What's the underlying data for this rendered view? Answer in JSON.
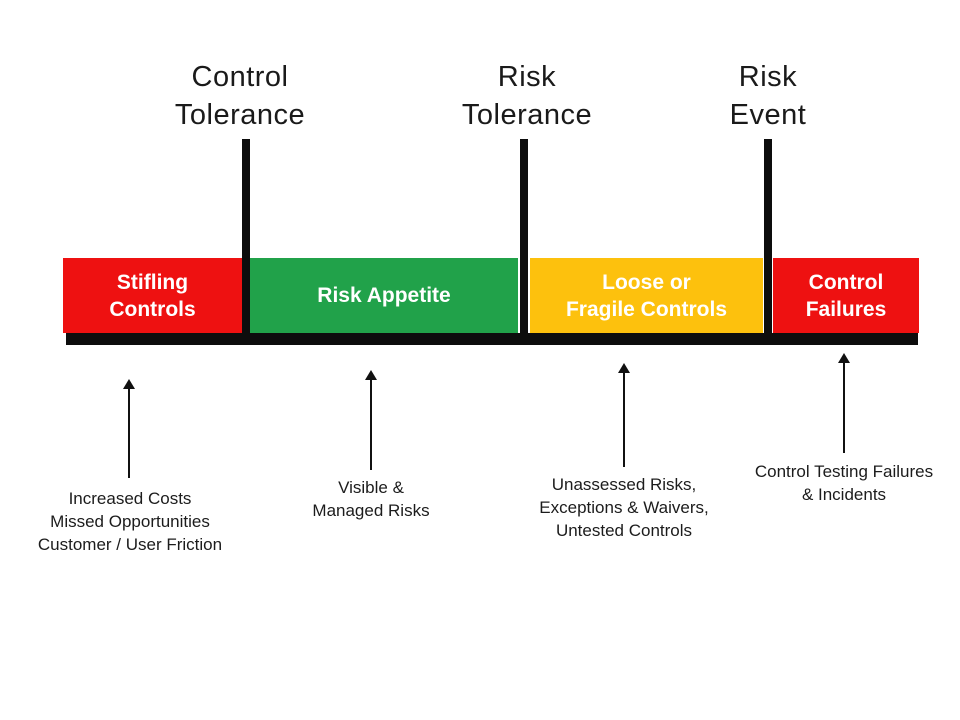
{
  "markers": [
    {
      "name": "control-tolerance",
      "lines": [
        "Control",
        "Tolerance"
      ]
    },
    {
      "name": "risk-tolerance",
      "lines": [
        "Risk",
        "Tolerance"
      ]
    },
    {
      "name": "risk-event",
      "lines": [
        "Risk",
        "Event"
      ]
    }
  ],
  "segments": [
    {
      "name": "stifling-controls",
      "lines": [
        "Stifling",
        "Controls"
      ],
      "color": "#ee1111"
    },
    {
      "name": "risk-appetite",
      "lines": [
        "Risk Appetite"
      ],
      "color": "#21a24a"
    },
    {
      "name": "loose-or-fragile-controls",
      "lines": [
        "Loose or",
        "Fragile Controls"
      ],
      "color": "#fdc10d"
    },
    {
      "name": "control-failures",
      "lines": [
        "Control",
        "Failures"
      ],
      "color": "#ee1111"
    }
  ],
  "annotations": [
    {
      "lines": [
        "Increased Costs",
        "Missed Opportunities",
        "Customer / User Friction"
      ]
    },
    {
      "lines": [
        "Visible &",
        "Managed Risks"
      ]
    },
    {
      "lines": [
        "Unassessed Risks,",
        "Exceptions & Waivers,",
        "Untested Controls"
      ]
    },
    {
      "lines": [
        "Control Testing Failures",
        "& Incidents"
      ]
    }
  ],
  "colors": {
    "axis": "#0d0d0d",
    "marker_text": "#1a1a1a",
    "segment_text": "#ffffff",
    "annotation_text": "#1c1c1c"
  }
}
